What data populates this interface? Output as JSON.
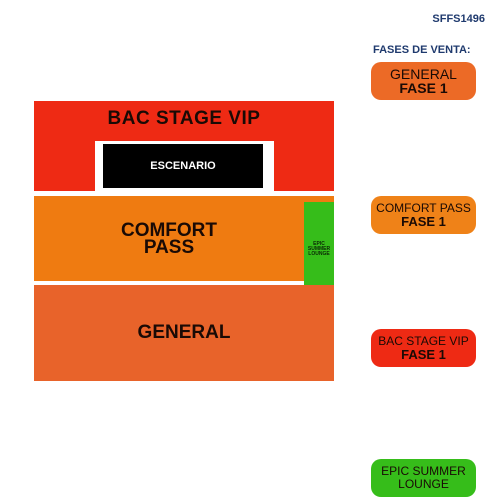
{
  "header": {
    "code": "SFFS1496",
    "phases_title": "FASES DE VENTA:"
  },
  "map": {
    "zones": {
      "vip": "BAC STAGE VIP",
      "stage": "ESCENARIO",
      "comfort_line1": "COMFORT",
      "comfort_line2": "PASS",
      "epic_line1": "EPIC",
      "epic_line2": "SUMMER",
      "epic_line3": "LOUNGE",
      "general": "GENERAL"
    },
    "colors": {
      "vip": "#ee2a14",
      "comfort": "#ef7b11",
      "epic": "#36bd1a",
      "general": "#e8632a",
      "stage": "#000000"
    }
  },
  "phases": [
    {
      "line1": "GENERAL",
      "line2": "FASE 1"
    },
    {
      "line1": "COMFORT PASS",
      "line2": "FASE 1"
    },
    {
      "line1": "BAC STAGE VIP",
      "line2": "FASE 1"
    },
    {
      "line1": "EPIC SUMMER",
      "line2": "LOUNGE"
    }
  ]
}
